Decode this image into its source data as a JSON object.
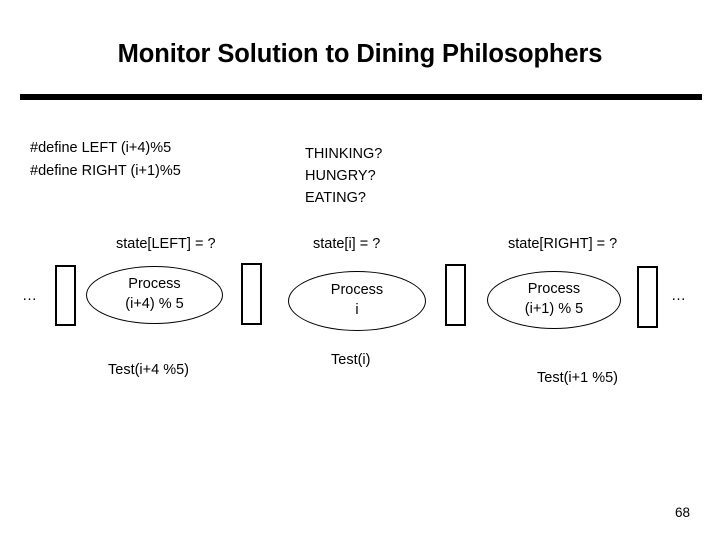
{
  "slide": {
    "title": "Monitor Solution to Dining Philosophers",
    "page_number": "68"
  },
  "defines": {
    "left": "#define LEFT (i+4)%5",
    "right": "#define RIGHT (i+1)%5"
  },
  "states": {
    "thinking": "THINKING?",
    "hungry": "HUNGRY?",
    "eating": "EATING?"
  },
  "state_vars": {
    "left": "state[LEFT] = ?",
    "middle": "state[i] = ?",
    "right": "state[RIGHT] = ?"
  },
  "diagram": {
    "ellipsis_left": "…",
    "ellipsis_right": "…",
    "processes": [
      {
        "line1": "Process",
        "line2": "(i+4) % 5"
      },
      {
        "line1": "Process",
        "line2": "i"
      },
      {
        "line1": "Process",
        "line2": "(i+1) % 5"
      }
    ],
    "forks": [
      {
        "name": "fork-left-outer"
      },
      {
        "name": "fork-between-left-and-i"
      },
      {
        "name": "fork-between-i-and-right"
      },
      {
        "name": "fork-right-outer"
      }
    ]
  },
  "tests": {
    "left": "Test(i+4 %5)",
    "middle": "Test(i)",
    "right": "Test(i+1 %5)"
  },
  "colors": {
    "background": "#ffffff",
    "foreground": "#000000"
  }
}
